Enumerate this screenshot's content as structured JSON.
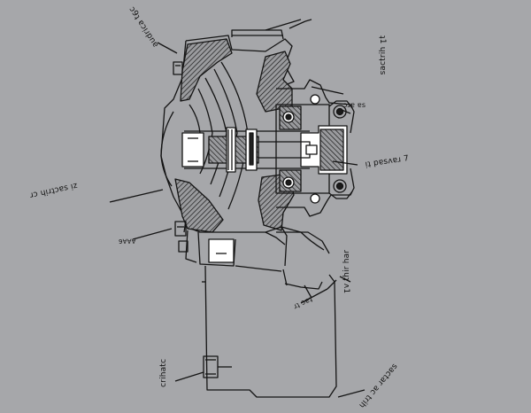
{
  "colors": {
    "background": "#a6a7aa",
    "ink": "#111111"
  },
  "labels": {
    "l1": "ɔ9ʇ ɐɔᴉɹpnɐ",
    "l2": "ʇ1 ɥᴉɹʇɔɐs",
    "l3": "ɔɹɐ ɐs",
    "l4": "ᴉʇ pɐsʌɐɹ 7",
    "l5": "ɹɔ ɥᴉɹʇɔɐs ᴉz",
    "l6": "9∀∀∀",
    "l7": "ɹɐɥ ɹᴉɥʇ ʌ1",
    "l8": "ɹʇ ɔɐʇ",
    "l9": "ɔʇɐɥᴉɹɔ",
    "l10": "ɥᴉɹʇ ɔɐ ɹɐʇɔɐs"
  }
}
